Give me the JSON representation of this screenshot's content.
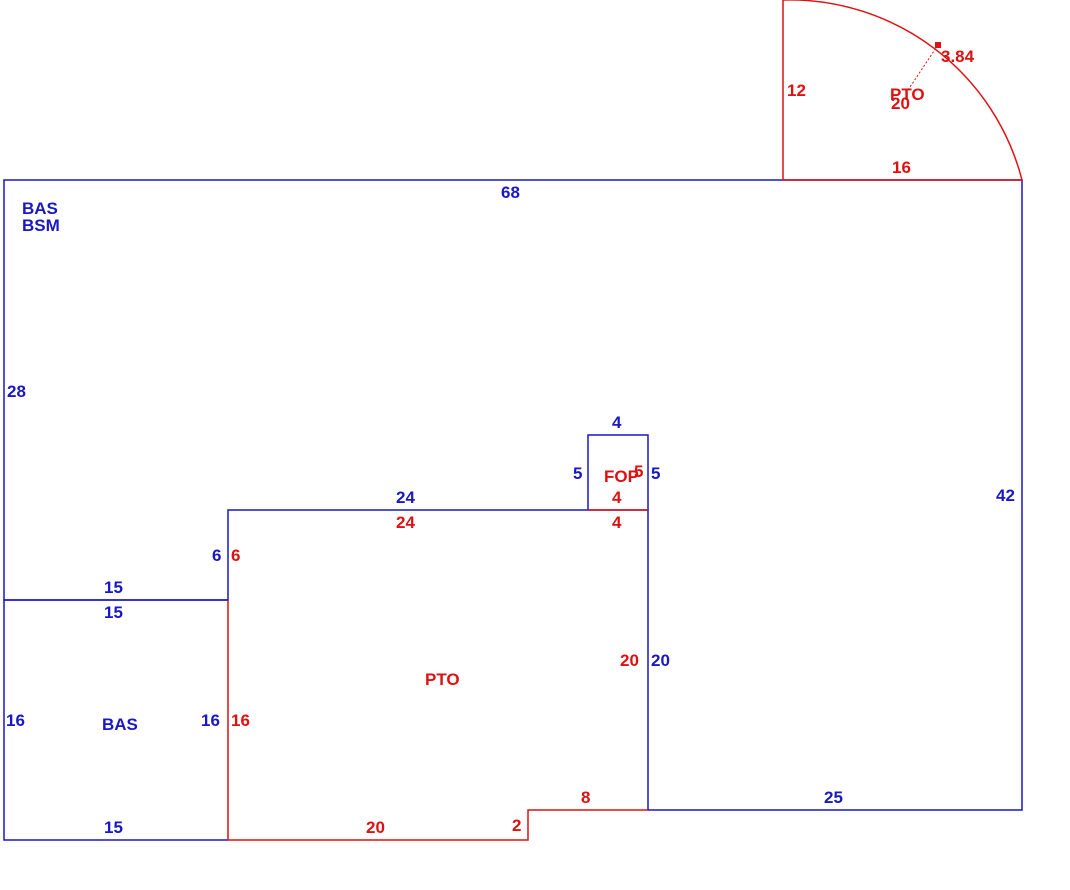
{
  "colors": {
    "blue": "#1a17c4",
    "red": "#dd1111"
  },
  "areas": {
    "main_code_1": "BAS",
    "main_code_2": "BSM",
    "lower_left_code": "BAS",
    "patio_code": "PTO",
    "porch_code": "FOP",
    "quarter_circle_code": "PTO"
  },
  "dimensions": {
    "top_edge": "68",
    "left_upper_edge": "28",
    "right_edge": "42",
    "bottom_right_edge": "25",
    "step_top": "24",
    "step_top_red": "24",
    "step_vertical": "6",
    "step_vertical_red": "6",
    "left_mid_top": "15",
    "left_mid_bottom": "15",
    "left_lower_edge": "16",
    "lower_left_right_edge": "16",
    "lower_left_right_edge_red": "16",
    "lower_left_bottom": "15",
    "porch_top": "4",
    "porch_left": "5",
    "porch_right": "5",
    "porch_right_red": "5",
    "porch_bottom": "4",
    "porch_bottom_below": "4",
    "patio_right": "20",
    "patio_right_blue": "20",
    "patio_bottom": "20",
    "patio_notch": "2",
    "patio_bottom_step": "8",
    "quarter_vertical": "12",
    "quarter_horizontal": "16",
    "quarter_arc": "3.84",
    "quarter_radius": "20"
  }
}
